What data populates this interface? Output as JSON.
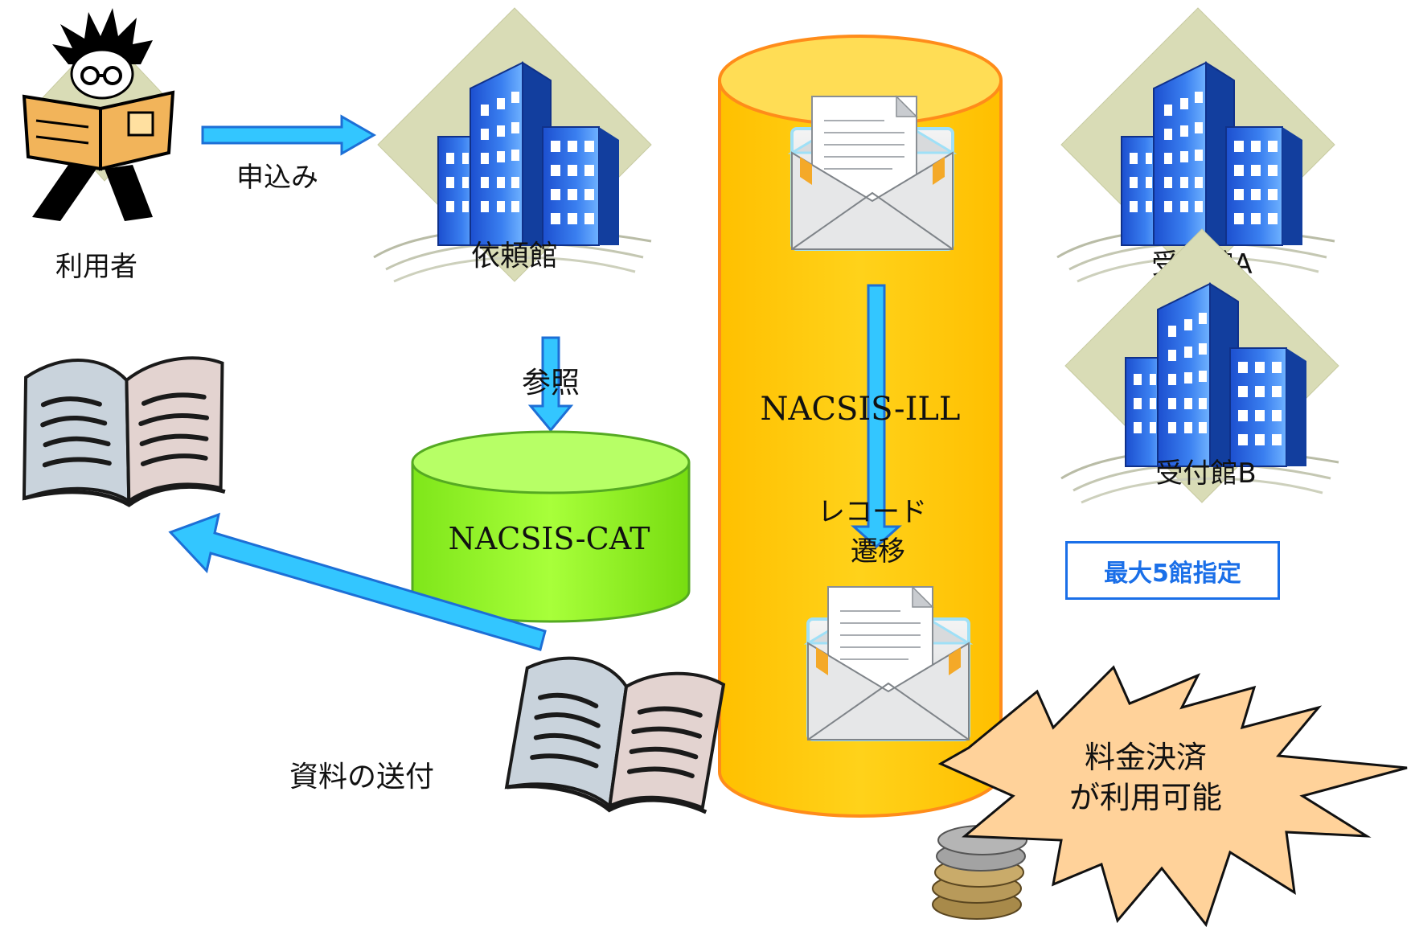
{
  "labels": {
    "user": "利用者",
    "apply": "申込み",
    "requesting_library": "依頼館",
    "reference": "参照",
    "cat_db": "NACSIS-CAT",
    "ill_db": "NACSIS-ILL",
    "record_transition_line1": "レコード",
    "record_transition_line2": "遷移",
    "receiving_library_a": "受付館A",
    "receiving_library_b": "受付館B",
    "max_libraries_note": "最大5館指定",
    "material_delivery": "資料の送付",
    "payment_line1": "料金決済",
    "payment_line2": "が利用可能"
  },
  "colors": {
    "arrow_fill": "#33c6ff",
    "arrow_stroke": "#1d6fd6",
    "cat_cylinder": "#99ff33",
    "ill_cylinder": "#ffcc00",
    "ill_cylinder_border": "#ff8c1a",
    "note_border": "#1a6fe8",
    "burst_fill": "#ffd29a",
    "building_blue": "#2b6fe0"
  },
  "icons": {
    "user": "person-reading-icon",
    "library": "office-building-icon",
    "record": "envelope-letter-icon",
    "book": "open-book-icon",
    "coins": "coin-stack-icon"
  }
}
